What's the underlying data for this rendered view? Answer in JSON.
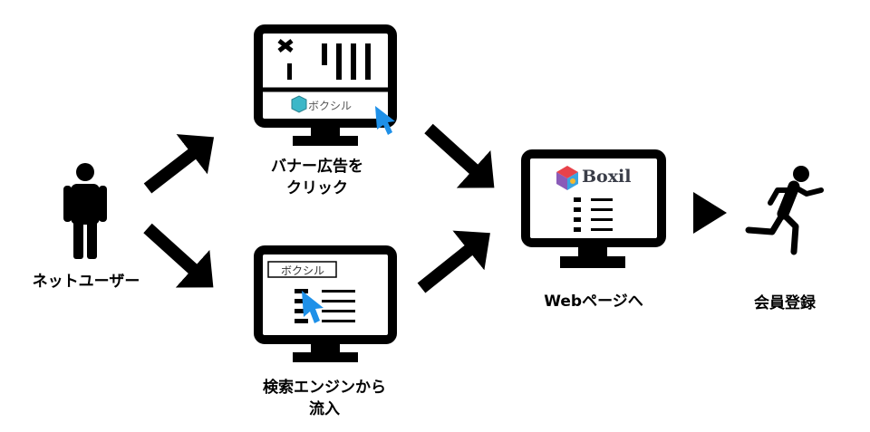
{
  "labels": {
    "net_user": "ネットユーザー",
    "banner_line1": "バナー広告を",
    "banner_line2": "クリック",
    "search_line1": "検索エンジンから",
    "search_line2": "流入",
    "web_page": "Webページへ",
    "signup": "会員登録"
  },
  "banner_brand": "ボクシル",
  "search_box_text": "ボクシル",
  "site_logo": "Boxil",
  "colors": {
    "cursor": "#1e90e8",
    "ink": "#000000"
  }
}
